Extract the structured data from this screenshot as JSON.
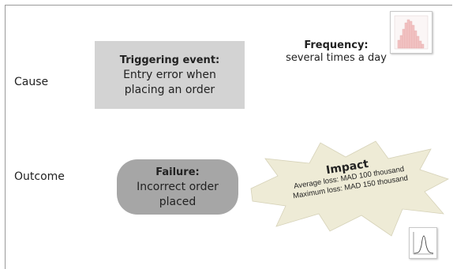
{
  "rows": {
    "cause_label": "Cause",
    "outcome_label": "Outcome"
  },
  "trigger": {
    "title": "Triggering event:",
    "line1": "Entry error when",
    "line2": "placing an order"
  },
  "frequency": {
    "title": "Frequency:",
    "value": "several times a day"
  },
  "failure": {
    "title": "Failure:",
    "line1": "Incorrect order",
    "line2": "placed"
  },
  "impact": {
    "title": "Impact",
    "average": "Average loss: MAD 100 thousand",
    "maximum": "Maximum loss: MAD 150 thousand"
  },
  "colors": {
    "trigger_box": "#d3d3d3",
    "failure_box": "#a6a6a6",
    "burst_fill": "#eeebd6",
    "thumb_bars": "#f2c3c3"
  },
  "icons": {
    "frequency_thumbnail": "histogram-chart-icon",
    "impact_thumbnail": "distribution-curve-icon"
  }
}
